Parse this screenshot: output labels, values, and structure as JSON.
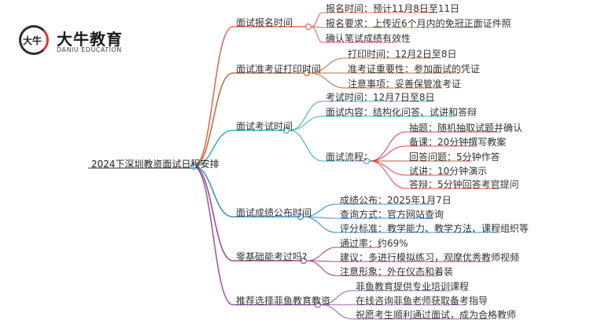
{
  "logo": {
    "cn": "大牛教育",
    "en": "DANIU EDUCATION",
    "glyph": "大牛"
  },
  "root": "2024下深圳教资面试日程安排",
  "branches": [
    {
      "label": "面试报名时间",
      "color": "#e06a5a",
      "children": [
        {
          "label": "报名时间：预计11月8日至11日"
        },
        {
          "label": "报名要求：上传近6个月内的免冠正面证件照"
        },
        {
          "label": "确认笔试成绩有效性"
        }
      ]
    },
    {
      "label": "面试准考证打印时间",
      "color": "#c07040",
      "children": [
        {
          "label": "打印时间：12月2日至8日"
        },
        {
          "label": "准考证重要性：参加面试的凭证"
        },
        {
          "label": "注意事项：妥善保管准考证"
        }
      ]
    },
    {
      "label": "面试考试时间",
      "color": "#3ab0c0",
      "children": [
        {
          "label": "考试时间：12月7日至8日"
        },
        {
          "label": "面试内容：结构化问答、试讲和答辩"
        },
        {
          "label": "面试流程：",
          "children": [
            {
              "label": "抽题：随机抽取试题并确认"
            },
            {
              "label": "备课：20分钟撰写教案"
            },
            {
              "label": "回答问题：5分钟作答"
            },
            {
              "label": "试讲：10分钟演示"
            },
            {
              "label": "答辩：5分钟回答考官提问"
            }
          ]
        }
      ]
    },
    {
      "label": "面试成绩公布时间",
      "color": "#3a8fd0",
      "children": [
        {
          "label": "成绩公布：2025年1月7日"
        },
        {
          "label": "查询方式：官方网站查询"
        },
        {
          "label": "评分标准：教学能力、教学方法、课程组织等"
        }
      ]
    },
    {
      "label": "零基础能考过吗?",
      "color": "#a04a8a",
      "children": [
        {
          "label": "通过率：约69%"
        },
        {
          "label": "建议：多进行模拟练习，观摩优秀教师视频"
        },
        {
          "label": "注意形象：外在仪态和着装"
        }
      ]
    },
    {
      "label": "推荐选择菲鱼教育教资",
      "color": "#9a5ab0",
      "children": [
        {
          "label": "菲鱼教育提供专业培训课程"
        },
        {
          "label": "在线咨询菲鱼老师获取备考指导"
        },
        {
          "label": "祝愿考生顺利通过面试，成为合格教师"
        }
      ]
    }
  ]
}
